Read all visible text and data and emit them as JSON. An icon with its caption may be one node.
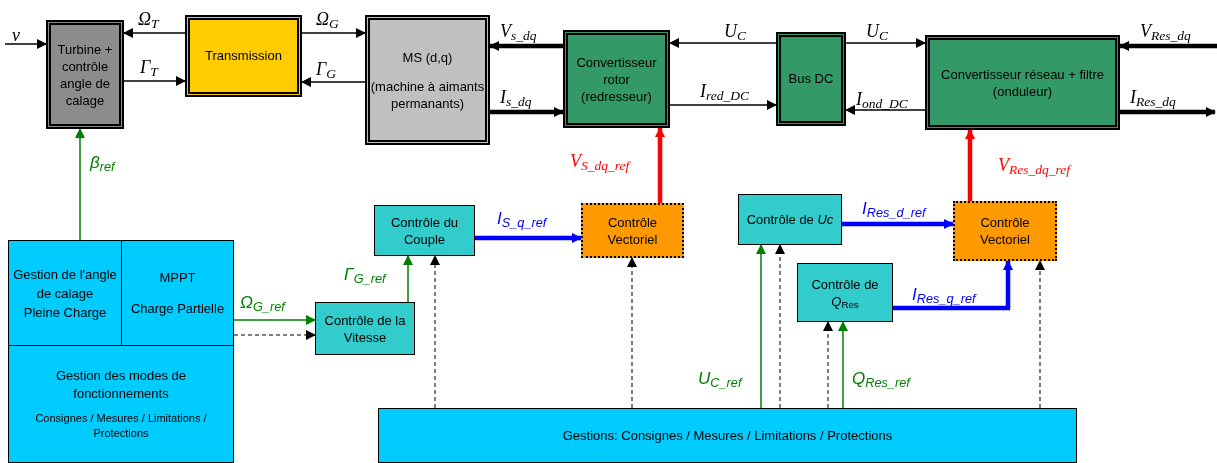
{
  "diagram": {
    "nodes": [
      {
        "text": [
          "Turbine + contrôle angle de calage"
        ]
      },
      {
        "text": [
          "Transmission"
        ]
      },
      {
        "text": [
          "MS (d,q)",
          "(machine à aimants permanants)"
        ]
      },
      {
        "text": [
          "Convertisseur rotor",
          "(redresseur)"
        ]
      },
      {
        "text": [
          "Bus DC"
        ]
      },
      {
        "text": [
          "Convertisseur réseau + filtre",
          "(onduleur)"
        ]
      },
      {
        "text": [
          "Gestion de l'angle de calage",
          "Pleine Charge"
        ]
      },
      {
        "text": [
          "MPPT",
          "Charge Partielle"
        ]
      },
      {
        "text": [
          "Gestion des modes de fonctionnements",
          "Consignes / Mesures / Limitations / Protections"
        ]
      },
      {
        "text": [
          "Contrôle de la Vitesse"
        ]
      },
      {
        "text": [
          "Contrôle du Couple"
        ]
      },
      {
        "text": [
          "Contrôle Vectoriel"
        ]
      },
      {
        "text": [
          "Contrôle de *Uc*"
        ]
      },
      {
        "text": [
          "Contrôle de *Q*$_{Res}$"
        ]
      },
      {
        "text": [
          "Contrôle Vectoriel"
        ]
      },
      {
        "text": [
          "Gestions: Consignes / Mesures / Limitations / Protections"
        ]
      }
    ],
    "edges": [
      {
        "from": null,
        "to": 0,
        "arrow": "to",
        "label": "v"
      },
      {
        "from": 1,
        "to": 0,
        "arrow": "to",
        "label": "Ω$_{T}$"
      },
      {
        "from": 0,
        "to": 1,
        "arrow": "to",
        "label": "Γ$_{T}$"
      },
      {
        "from": 1,
        "to": 2,
        "arrow": "to",
        "label": "Ω$_{G}$"
      },
      {
        "from": 2,
        "to": 1,
        "arrow": "to",
        "label": "Γ$_{G}$"
      },
      {
        "from": 3,
        "to": 2,
        "arrow": "to",
        "label": "V$_{s_dq}$",
        "style": "thick"
      },
      {
        "from": 2,
        "to": 3,
        "arrow": "to",
        "label": "I$_{s_dq}$",
        "style": "thick"
      },
      {
        "from": 4,
        "to": 3,
        "arrow": "to",
        "label": "U$_{C}$"
      },
      {
        "from": 3,
        "to": 4,
        "arrow": "to",
        "label": "I$_{red_DC}$"
      },
      {
        "from": 4,
        "to": 5,
        "arrow": "to",
        "label": "U$_{C}$"
      },
      {
        "from": 5,
        "to": 4,
        "arrow": "to",
        "label": "I$_{ond_DC}$"
      },
      {
        "from": null,
        "to": 5,
        "arrow": "to",
        "label": "V$_{Res_dq}$",
        "style": "thick"
      },
      {
        "from": 5,
        "to": null,
        "arrow": "to",
        "label": "I$_{Res_dq}$",
        "style": "thick"
      },
      {
        "from": 6,
        "to": 0,
        "arrow": "to",
        "label": "β$_{ref}$",
        "color": "#008000"
      },
      {
        "from": 7,
        "to": 9,
        "arrow": "to",
        "label": "Ω$_{G_ref}$",
        "color": "#008000"
      },
      {
        "from": 7,
        "to": 9,
        "arrow": "to",
        "style": "dashed"
      },
      {
        "from": 9,
        "to": 10,
        "arrow": "to",
        "label": "Γ$_{G_ref}$",
        "color": "#008000"
      },
      {
        "from": 15,
        "to": 10,
        "arrow": "to",
        "style": "dashed"
      },
      {
        "from": 10,
        "to": 11,
        "arrow": "to",
        "label": "I$_{S_q_ref}$",
        "style": "thick",
        "color": "#0000ff"
      },
      {
        "from": 11,
        "to": 3,
        "arrow": "to",
        "label": "V$_{S_dq_ref}$",
        "style": "thick",
        "color": "#ff0000"
      },
      {
        "from": 15,
        "to": 11,
        "arrow": "to",
        "style": "dashed"
      },
      {
        "from": 15,
        "to": 12,
        "arrow": "to",
        "label": "U$_{C_ref}$",
        "color": "#008000"
      },
      {
        "from": 15,
        "to": 12,
        "arrow": "to",
        "style": "dashed"
      },
      {
        "from": 12,
        "to": 14,
        "arrow": "to",
        "label": "I$_{Res_d_ref}$",
        "style": "thick",
        "color": "#0000ff"
      },
      {
        "from": 15,
        "to": 13,
        "arrow": "to",
        "style": "dashed"
      },
      {
        "from": 15,
        "to": 13,
        "arrow": "to",
        "label": "Q$_{Res_ref}$",
        "color": "#008000"
      },
      {
        "from": 13,
        "to": 14,
        "arrow": "to",
        "label": "I$_{Res_q_ref}$",
        "style": "thick",
        "color": "#0000ff"
      },
      {
        "from": 15,
        "to": 14,
        "arrow": "to",
        "style": "dashed"
      },
      {
        "from": 14,
        "to": 5,
        "arrow": "to",
        "label": "V$_{Res_dq_ref}$",
        "style": "thick",
        "color": "#ff0000"
      }
    ]
  }
}
